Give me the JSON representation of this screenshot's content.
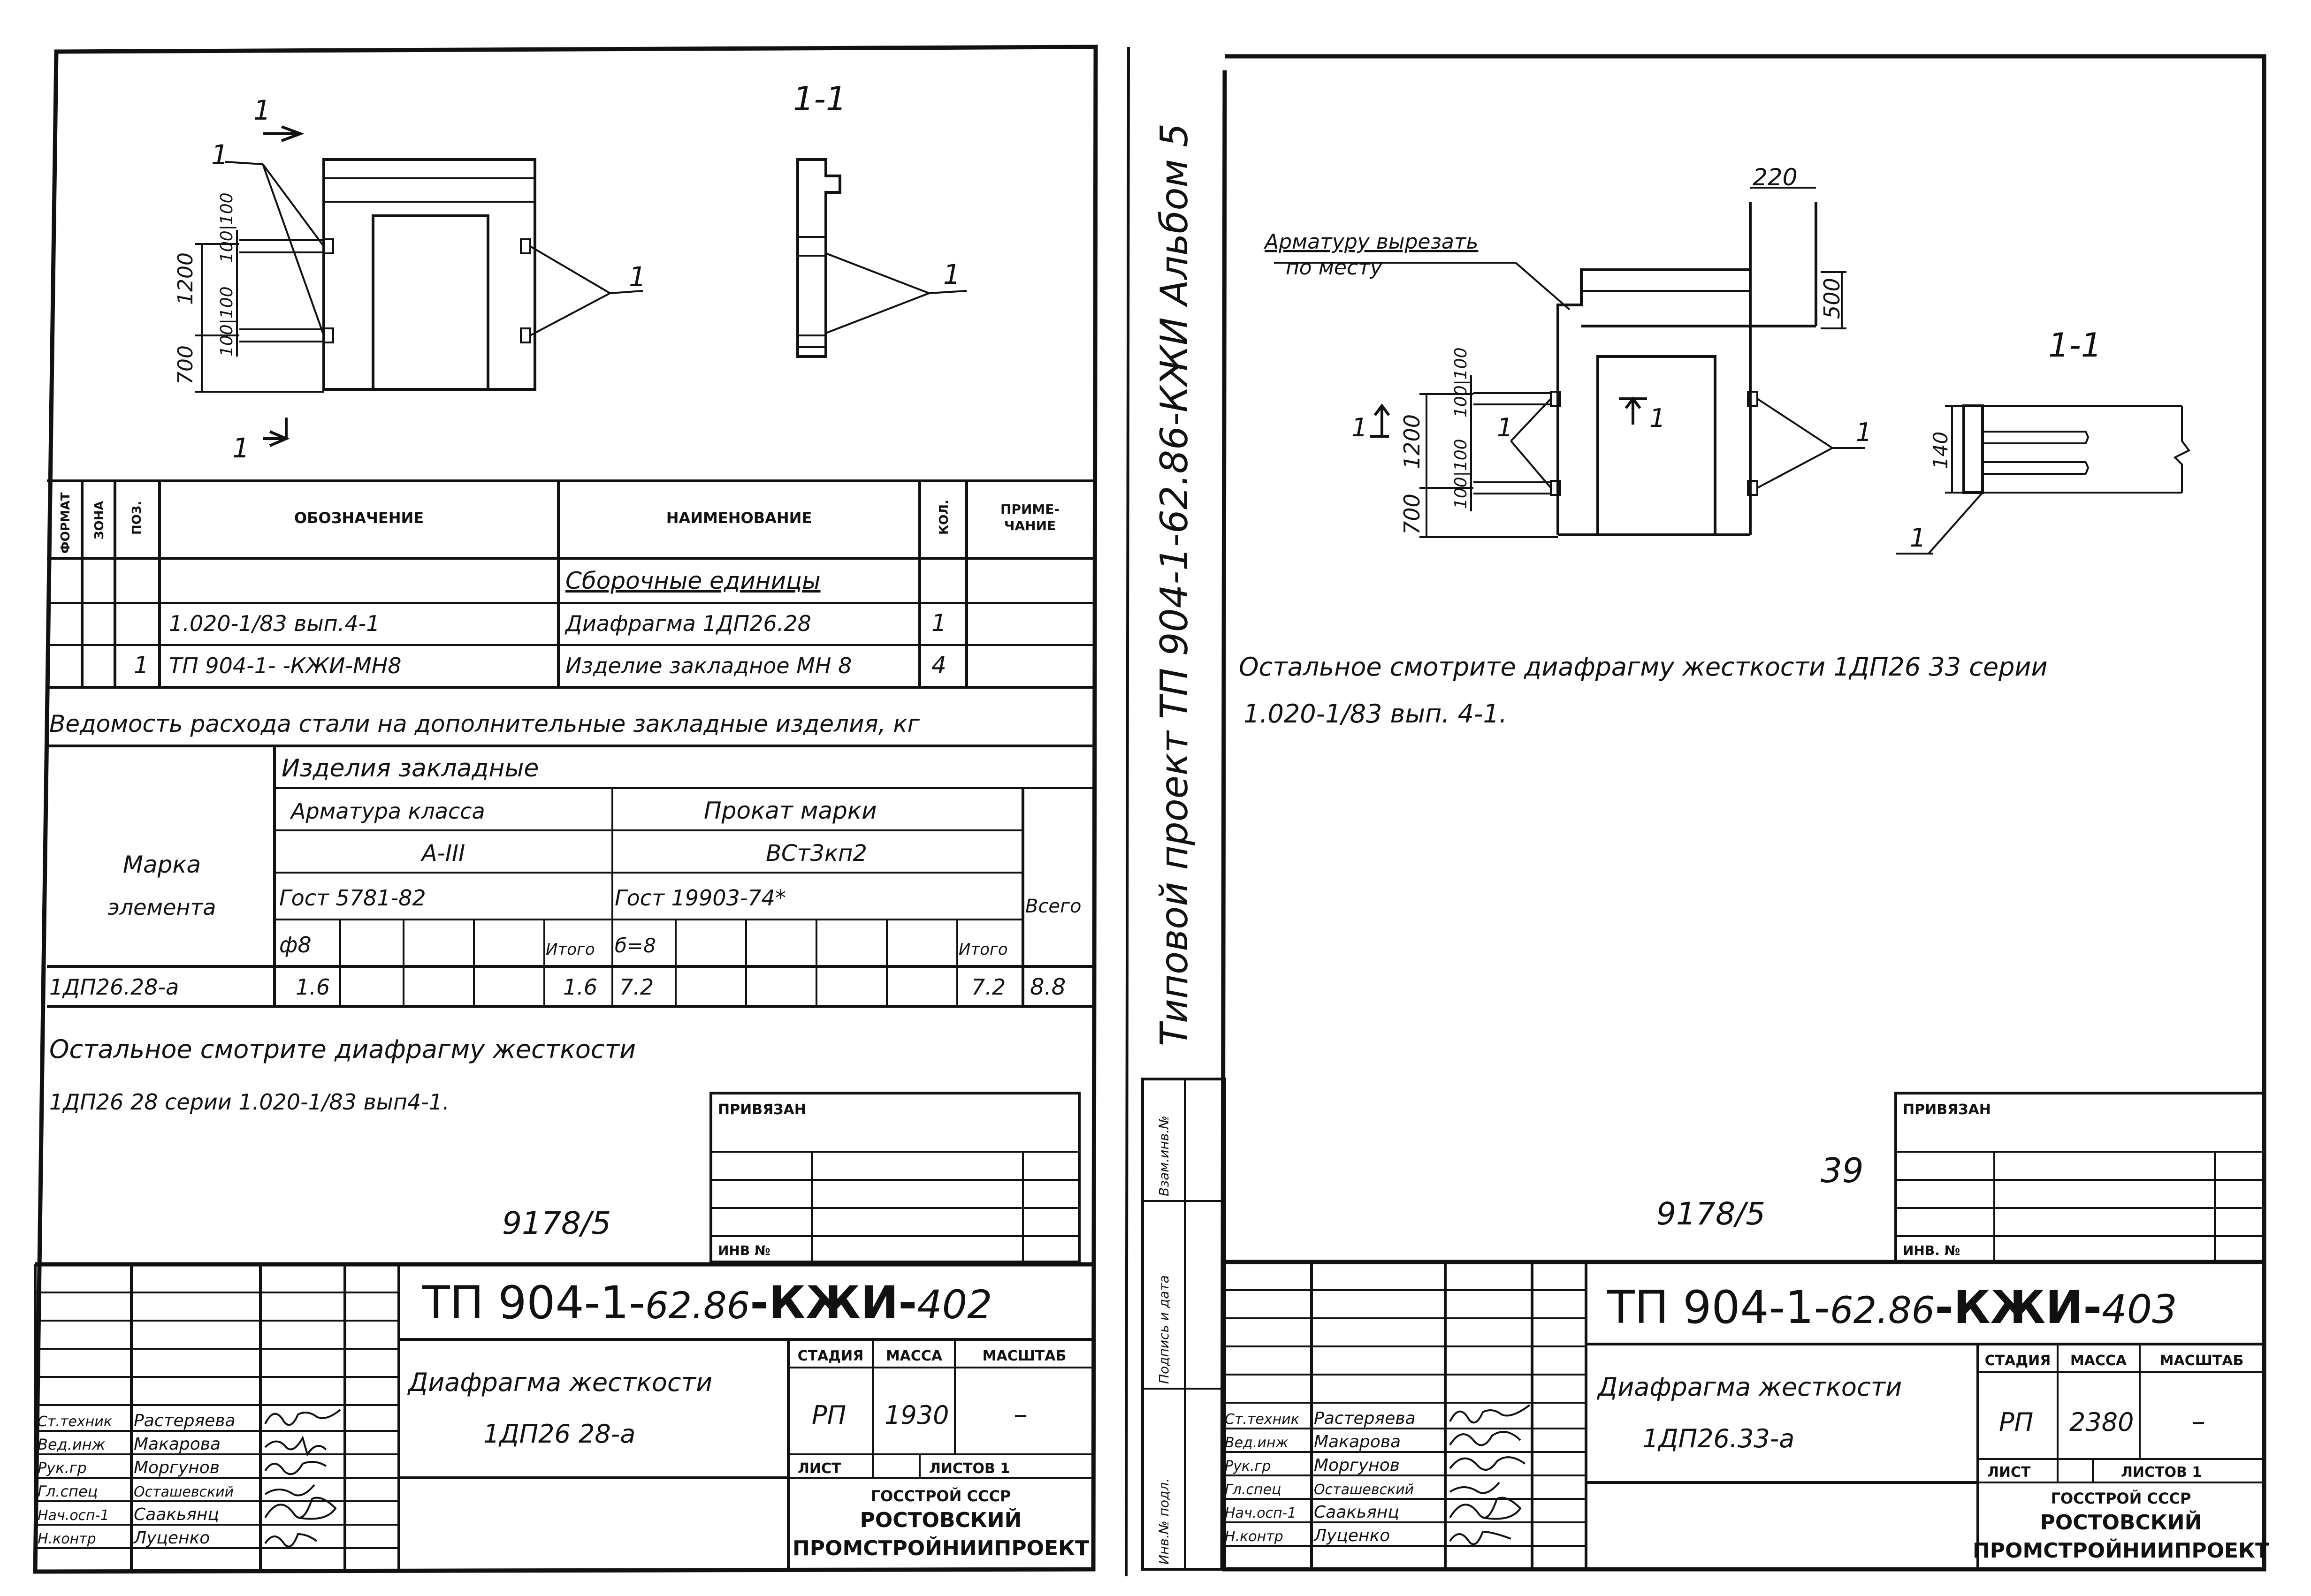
{
  "left": {
    "section_mark_top": "1",
    "section_mark_bottom": "1",
    "leader_label": "1",
    "dim_1200": "1200",
    "dim_700": "700",
    "dim_100_100_top": "100|100",
    "dim_100_100_bot": "100|100",
    "section_title": "1-1",
    "section_leader_label": "1",
    "spec_headers": {
      "format": "ФОРМАТ",
      "zone": "ЗОНА",
      "pos": "ПОЗ.",
      "designation": "ОБОЗНАЧЕНИЕ",
      "name": "НАИМЕНОВАНИЕ",
      "qty": "КОЛ.",
      "note_line1": "ПРИМЕ-",
      "note_line2": "ЧАНИЕ"
    },
    "spec_section": "Сборочные единицы",
    "spec_rows": [
      {
        "pos": "",
        "designation": "1.020-1/83 вып.4-1",
        "name": "Диафрагма 1ДП26.28",
        "qty": "1"
      },
      {
        "pos": "1",
        "designation": "ТП 904-1-    -КЖИ-МН8",
        "name": "Изделие закладное МН 8",
        "qty": "4"
      }
    ],
    "steel_title": "Ведомость расхода стали на дополнительные закладные изделия, кг",
    "steel": {
      "group": "Изделия закладные",
      "rebar_class_hdr": "Арматура класса",
      "rolled_hdr": "Прокат марки",
      "rebar_class": "А-III",
      "rolled_grade": "ВСт3кп2",
      "mark_line1": "Марка",
      "mark_line2": "элемента",
      "gost_rebar": "Гост 5781-82",
      "gost_rolled": "Гост 19903-74*",
      "total_hdr": "Всего",
      "phi": "ф8",
      "itogo1": "Итого",
      "delta": "б=8",
      "itogo2": "Итого",
      "row_mark": "1ДП26.28-а",
      "row_phi": "1.6",
      "row_itogo1": "1.6",
      "row_delta": "7.2",
      "row_itogo2": "7.2",
      "row_total": "8.8"
    },
    "note_line1": "Остальное смотрите диафрагму жесткости",
    "note_line2": "1ДП26 28 серии 1.020-1/83 вып4-1.",
    "privyazan": "ПРИВЯЗАН",
    "inv": "ИНВ №",
    "archive_no": "9178/5",
    "title_code_a": "ТП 904-1-",
    "title_code_b": "62.86",
    "title_code_c": "-КЖИ-",
    "title_code_d": "402",
    "drawing_name_1": "Диафрагма жесткости",
    "drawing_name_2": "1ДП26 28-а",
    "stage_hdr": "СТАДИЯ",
    "mass_hdr": "МАССА",
    "scale_hdr": "МАСШТАБ",
    "stage": "РП",
    "mass": "1930",
    "scale": "–",
    "sheet_hdr": "ЛИСТ",
    "sheets_hdr": "ЛИСТОВ 1",
    "org1": "ГОССТРОЙ СССР",
    "org2": "РОСТОВСКИЙ",
    "org3": "ПРОМСТРОЙНИИПРОЕКТ",
    "signers": [
      {
        "role": "Ст.техник",
        "name": "Растеряева"
      },
      {
        "role": "Вед.инж",
        "name": "Макарова"
      },
      {
        "role": "Рук.гр",
        "name": "Моргунов"
      },
      {
        "role": "Гл.спец",
        "name": "Осташевский"
      },
      {
        "role": "Нач.осп-1",
        "name": "Саакьянц"
      },
      {
        "role": "Н.контр",
        "name": "Луценко"
      }
    ]
  },
  "spine": {
    "vertical_title": "Типовой проект ТП 904-1-62.86-КЖИ Альбом 5",
    "stamp_1": "Инв.№ подл.",
    "stamp_2": "Подпись и дата",
    "stamp_3": "Взам.инв.№"
  },
  "right": {
    "cut_note_1": "Арматуру вырезать",
    "cut_note_2": "по месту",
    "dim_220": "220",
    "dim_500": "500",
    "dim_1200": "1200",
    "dim_700": "700",
    "dim_100_100_top": "100|100",
    "dim_100_100_bot": "100|100",
    "section_mark_l": "1",
    "section_mark_r": "1",
    "leader_label_l": "1",
    "leader_label_r": "1",
    "section_title": "1-1",
    "dim_140": "140",
    "section_leader_label": "1",
    "note_line1": "Остальное смотрите диафрагму жесткости 1ДП26 33 серии",
    "note_line2": "1.020-1/83 вып. 4-1.",
    "privyazan": "ПРИВЯЗАН",
    "inv": "ИНВ. №",
    "archive_no": "9178/5",
    "page_no": "39",
    "title_code_a": "ТП 904-1-",
    "title_code_b": "62.86",
    "title_code_c": "-КЖИ-",
    "title_code_d": "403",
    "drawing_name_1": "Диафрагма жесткости",
    "drawing_name_2": "1ДП26.33-а",
    "stage_hdr": "СТАДИЯ",
    "mass_hdr": "МАССА",
    "scale_hdr": "МАСШТАБ",
    "stage": "РП",
    "mass": "2380",
    "scale": "–",
    "sheet_hdr": "ЛИСТ",
    "sheets_hdr": "ЛИСТОВ 1",
    "org1": "ГОССТРОЙ СССР",
    "org2": "РОСТОВСКИЙ",
    "org3": "ПРОМСТРОЙНИИПРОЕКТ",
    "signers": [
      {
        "role": "Ст.техник",
        "name": "Растеряева"
      },
      {
        "role": "Вед.инж",
        "name": "Макарова"
      },
      {
        "role": "Рук.гр",
        "name": "Моргунов"
      },
      {
        "role": "Гл.спец",
        "name": "Осташевский"
      },
      {
        "role": "Нач.осп-1",
        "name": "Саакьянц"
      },
      {
        "role": "Н.контр",
        "name": "Луценко"
      }
    ]
  }
}
